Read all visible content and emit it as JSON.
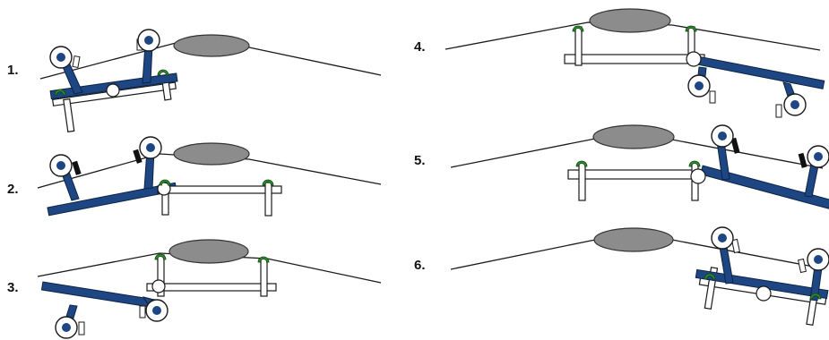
{
  "steps": [
    {
      "label": "1."
    },
    {
      "label": "2."
    },
    {
      "label": "3."
    },
    {
      "label": "4."
    },
    {
      "label": "5."
    },
    {
      "label": "6."
    }
  ],
  "colors": {
    "frame_blue": "#1d4682",
    "clamp_green": "#2e8b2e",
    "obstacle_gray": "#8c8c8c",
    "line_black": "#1a1a1a"
  },
  "icons": {
    "wheel": "wheel-icon",
    "clamp": "clamp-icon",
    "pivot": "pivot-joint-icon"
  }
}
